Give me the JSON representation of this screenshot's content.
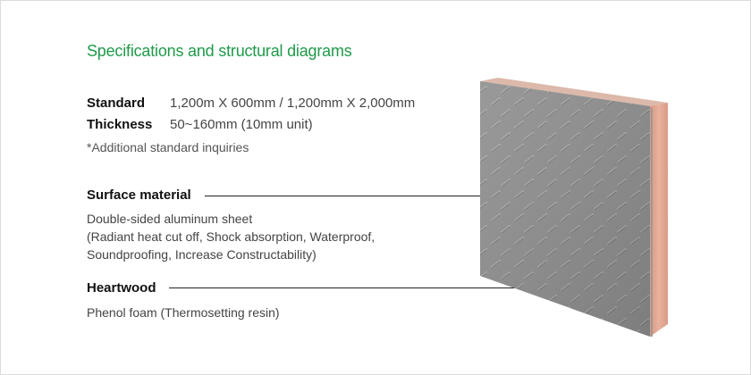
{
  "heading": "Specifications and structural diagrams",
  "specs": [
    {
      "label": "Standard",
      "value": "1,200m X 600mm / 1,200mm X 2,000mm"
    },
    {
      "label": "Thickness",
      "value": "50~160mm (10mm unit)"
    }
  ],
  "note": "*Additional standard inquiries",
  "surface": {
    "label": "Surface material",
    "lines": [
      "Double-sided aluminum sheet",
      "(Radiant heat cut off, Shock absorption, Waterproof,",
      "Soundproofing, Increase Constructability)"
    ]
  },
  "heartwood": {
    "label": "Heartwood",
    "lines": [
      "Phenol foam (Thermosetting resin)"
    ]
  },
  "colors": {
    "heading": "#1f9a4a",
    "aluminum": "#8d8d8d",
    "foam": "#e0a893"
  }
}
